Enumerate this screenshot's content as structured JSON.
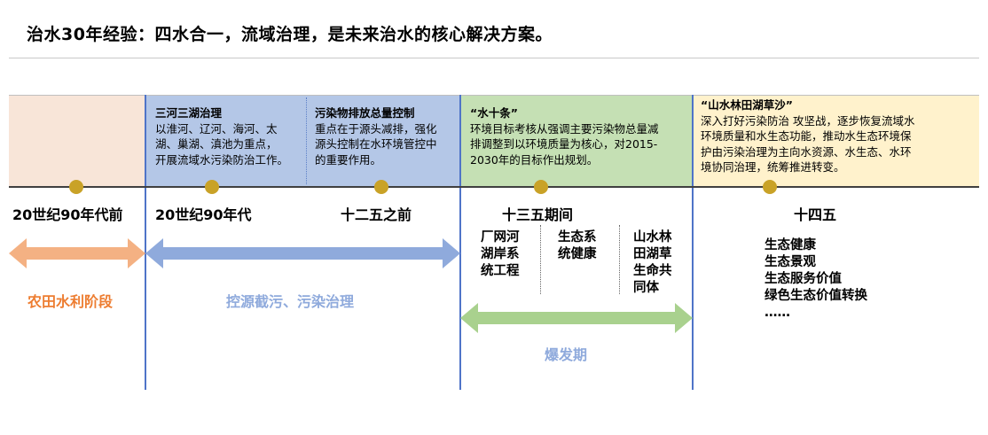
{
  "title": "治水30年经验：四水合一，流域治理，是未来治水的核心解决方案。",
  "colors": {
    "peach_box": "#f8e5d8",
    "blue_box": "#b4c7e7",
    "green_box": "#c5e0b4",
    "yellow_box": "#fff2cc",
    "dot": "#c9a227",
    "orange_arrow": "#f4b183",
    "blue_arrow": "#8faadc",
    "green_arrow": "#a9d18e",
    "orange_text": "#ed7d31",
    "blue_text": "#8faadc"
  },
  "boxes": {
    "b1": {
      "head": "三河三湖治理",
      "lines": [
        "以淮河、辽河、海河、太",
        "湖、巢湖、滇池为重点，",
        "开展流域水污染防治工作。"
      ]
    },
    "b2": {
      "head": "污染物排放总量控制",
      "lines": [
        "重点在于源头减排，强化",
        "源头控制在水环境管控中",
        "的重要作用。"
      ]
    },
    "b3": {
      "head": "“水十条”",
      "lines": [
        "环境目标考核从强调主要污染物总量减",
        "排调整到以环境质量为核心，对2015-",
        "2030年的目标作出规划。"
      ]
    },
    "b4": {
      "head": "“山水林田湖草沙”",
      "lines": [
        "深入打好污染防治 攻坚战，逐步恢复流域水",
        "环境质量和水生态功能，推动水生态环境保",
        "护由污染治理为主向水资源、水生态、水环",
        "境协同治理，统筹推进转变。"
      ]
    }
  },
  "eras": {
    "e1": "20世纪90年代前",
    "e2": "20世纪90年代",
    "e3": "十二五之前",
    "e4": "十三五期间",
    "e5": "十四五"
  },
  "thirteenth": {
    "c1": [
      "厂网河",
      "湖岸系",
      "统工程"
    ],
    "c2": [
      "生态系",
      "统健康"
    ],
    "c3": [
      "山水林",
      "田湖草",
      "生命共",
      "同体"
    ]
  },
  "fourteenth": [
    "生态健康",
    "生态景观",
    "生态服务价值",
    "绿色生态价值转换",
    "……"
  ],
  "stages": {
    "s1": "农田水利阶段",
    "s2": "控源截污、污染治理",
    "s3": "爆发期"
  }
}
